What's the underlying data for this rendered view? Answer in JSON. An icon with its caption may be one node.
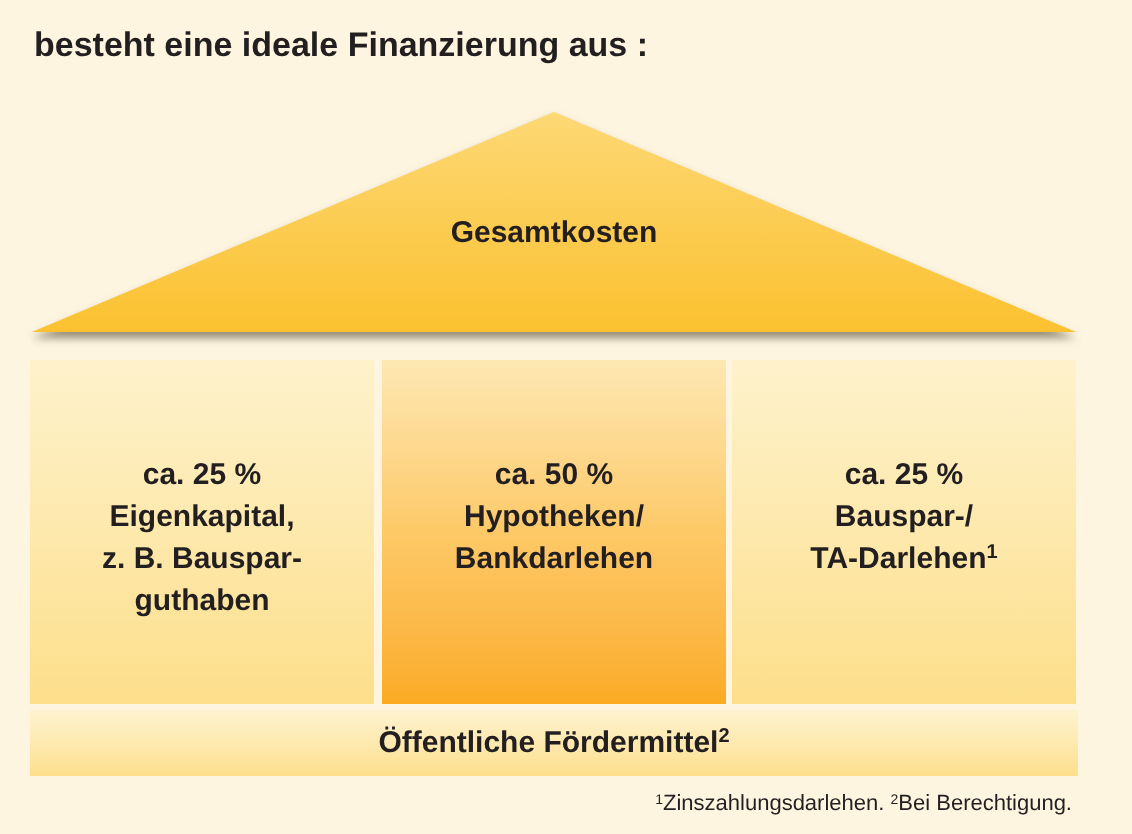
{
  "diagram": {
    "title": "besteht eine ideale Finanzierung aus :",
    "nodes": [
      {
        "text": [
          "Gesamtkosten"
        ]
      },
      {
        "text": [
          "ca. 25 %",
          "Eigenkapital, z. B. Bauspar- guthaben"
        ]
      },
      {
        "text": [
          "ca. 50 %",
          "Hypotheken/ Bankdarlehen"
        ]
      },
      {
        "text": [
          "ca. 25 %",
          "Bauspar-/ TA-Darlehen$^{1}$"
        ]
      },
      {
        "text": [
          "Öffentliche Fördermittel$^{2}$"
        ]
      }
    ],
    "labels": [
      "$^{1}$Zinszahlungsdarlehen. $^{2}$Bei Berechtigung."
    ]
  }
}
